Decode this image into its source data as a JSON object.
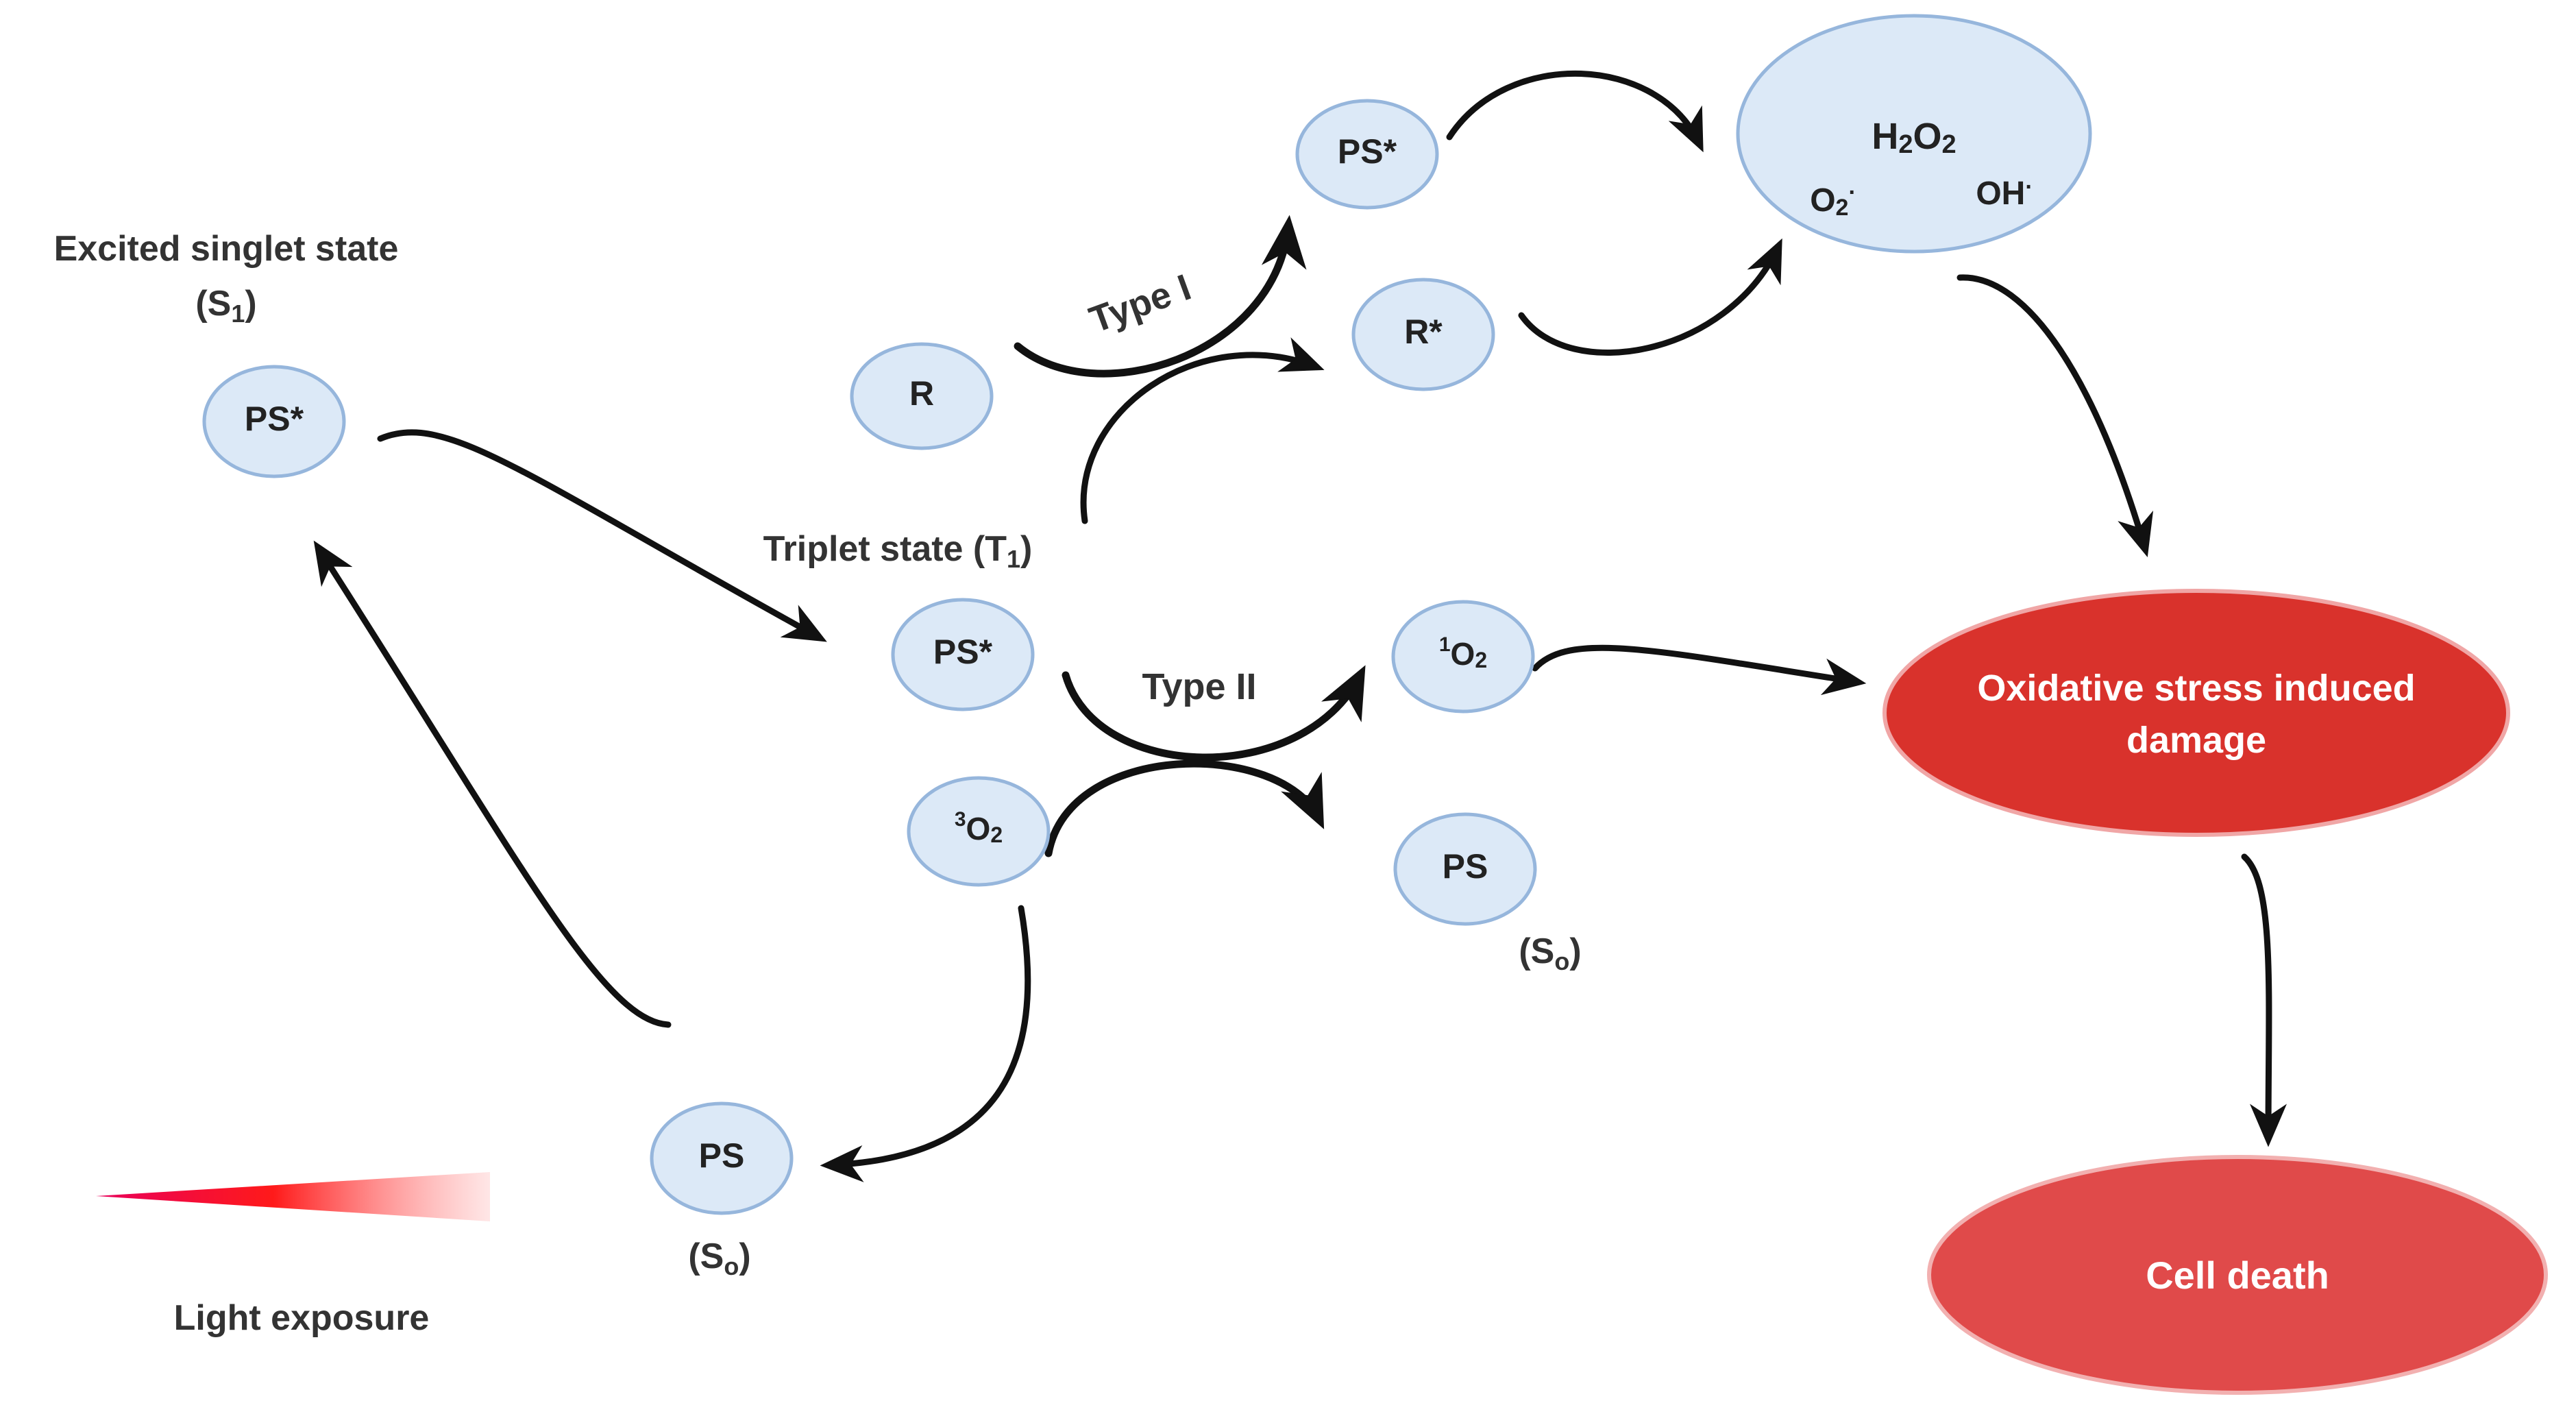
{
  "states": {
    "singlet_title": "Excited singlet state",
    "singlet_sub_main": "(S",
    "singlet_sub_index": "1",
    "singlet_sub_close": ")",
    "triplet_main": "Triplet state (T",
    "triplet_index": "1",
    "triplet_close": ")",
    "ground_a_main": "(S",
    "ground_a_index": "o",
    "ground_a_close": ")",
    "ground_b_main": "(S",
    "ground_b_index": "o",
    "ground_b_close": ")"
  },
  "nodes": {
    "ps_singlet": "PS*",
    "r": "R",
    "ps_type1": "PS*",
    "r_star": "R*",
    "ps_triplet": "PS*",
    "triplet_o2_sup": "3",
    "triplet_o2_main": "O",
    "triplet_o2_sub": "2",
    "singlet_o2_sup": "1",
    "singlet_o2_main": "O",
    "singlet_o2_sub": "2",
    "ps_ground_right": "PS",
    "ps_ground_bottom": "PS"
  },
  "ros": {
    "h2o2_h": "H",
    "h2o2_sub1": "2",
    "h2o2_o": "O",
    "h2o2_sub2": "2",
    "superoxide_main": "O",
    "superoxide_sub": "2",
    "superoxide_sup": "·",
    "hydroxyl_main": "OH",
    "hydroxyl_sup": "·"
  },
  "pathways": {
    "type1": "Type I",
    "type2": "Type II"
  },
  "outcomes": {
    "damage_line1": "Oxidative stress induced",
    "damage_line2": "damage",
    "death": "Cell death"
  },
  "light": {
    "label": "Light  exposure"
  },
  "colors": {
    "node_fill": "#dce9f7",
    "node_stroke": "#96b6dc",
    "damage_fill": "#d9322c",
    "death_fill": "#e04a4a",
    "light_gradient_start": "#e8005a",
    "light_gradient_mid": "#ff2a2a",
    "arrow": "#111111"
  }
}
